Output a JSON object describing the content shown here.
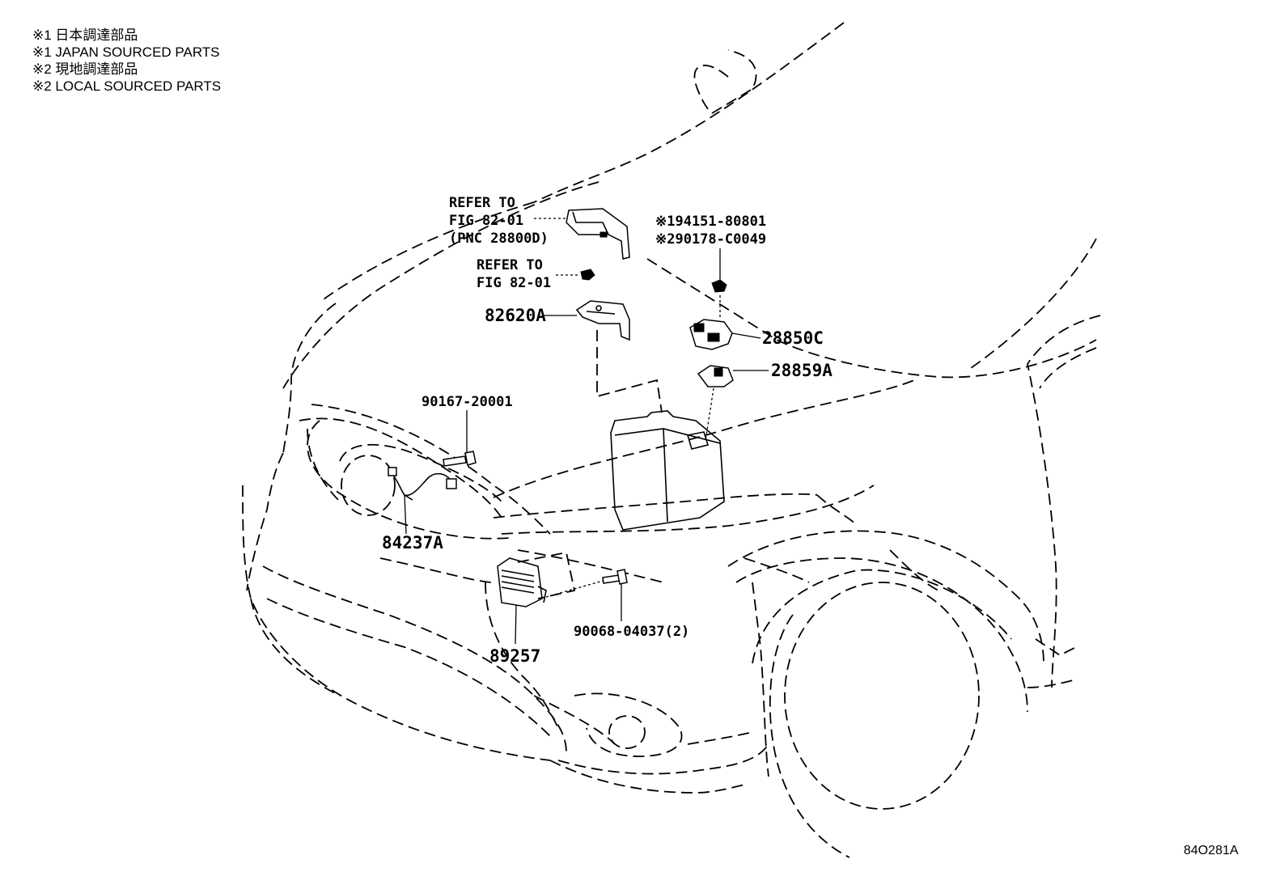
{
  "notes": [
    "※1 日本調達部品",
    "※1 JAPAN SOURCED PARTS",
    "※2 現地調達部品",
    "※2 LOCAL SOURCED PARTS"
  ],
  "labels": {
    "refer1_line1": "REFER TO",
    "refer1_line2": "FIG 82-01",
    "refer1_line3": "(PNC 28800D)",
    "refer2_line1": "REFER TO",
    "refer2_line2": "FIG 82-01",
    "p94151": "※194151-80801",
    "p90178": "※290178-C0049",
    "p82620A": "82620A",
    "p28850C": "28850C",
    "p28859A": "28859A",
    "p90167": "90167-20001",
    "p84237A": "84237A",
    "p90068": "90068-04037(2)",
    "p89257": "89257"
  },
  "figure_code": "84O281A"
}
